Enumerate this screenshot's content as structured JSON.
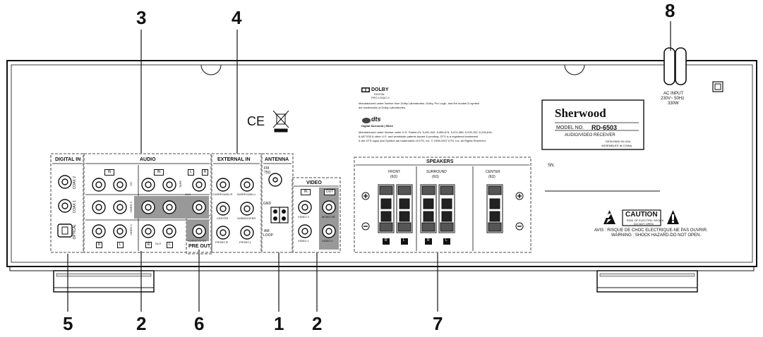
{
  "callouts": {
    "c3": "3",
    "c4": "4",
    "c8": "8",
    "c5": "5",
    "c2a": "2",
    "c6": "6",
    "c1": "1",
    "c2b": "2",
    "c7": "7"
  },
  "sections": {
    "digital_in": "DIGITAL IN",
    "audio": "AUDIO",
    "external_in": "EXTERNAL IN",
    "antenna": "ANTENNA",
    "video": "VIDEO",
    "speakers": "SPEAKERS",
    "pre_out": "PRE OUT"
  },
  "digital": {
    "coax2": "COAX 2",
    "coax1": "COAX 1",
    "optical": "OPTICAL"
  },
  "audio": {
    "in1": "IN",
    "in2": "IN",
    "cd": "CD",
    "tape": "TAPE",
    "aux": "AUX",
    "video2": "VIDEO 2",
    "video1": "VIDEO 1",
    "out": "OUT",
    "r1": "R",
    "l1": "L",
    "r2": "R",
    "l2": "L",
    "l3": "L",
    "r3": "R",
    "subwoofer": "SUBWOOFER"
  },
  "external": {
    "surround_r": "SURROUND-R",
    "surround_l": "SURROUND-L",
    "center": "CENTER",
    "subwoofer": "SUBWOOFER",
    "front_r": "FRONT-R",
    "front_l": "FRONT-L"
  },
  "antenna": {
    "fm": "FM",
    "fm_ohm": "75Ω",
    "gnd": "GND",
    "am": "AM",
    "loop": "LOOP"
  },
  "video": {
    "in": "IN",
    "out": "OUT",
    "video2": "VIDEO 2",
    "video1": "VIDEO 1",
    "monitor": "MONITOR",
    "video_out": "VIDEO 1"
  },
  "speakers": {
    "front": "FRONT",
    "front_ohm": "(6Ω)",
    "surround": "SURROUND",
    "surround_ohm": "(6Ω)",
    "center": "CENTER",
    "center_ohm": "(6Ω)",
    "r1": "R",
    "l1": "L",
    "r2": "R",
    "l2": "L"
  },
  "ce": "CE",
  "dolby": {
    "brand": "DOLBY",
    "sub1": "DIGITAL",
    "sub2": "PRO LOGIC II",
    "text1": "Manufactured under license from Dolby Laboratories. Dolby, Pro Logic, and the double-D symbol",
    "text2": "are trademarks of Dolby Laboratories."
  },
  "dts": {
    "brand": "dts",
    "sub": "Digital Surround | 96/24",
    "text1": "Manufactured under license under U.S. Patent #'s: 5,451,942; 5,956,674; 5,974,380; 5,978,762; 6,226,616;",
    "text2": "6,487,535 & other U.S. and worldwide patents issued & pending. DTS is a registered trademark",
    "text3": "& the DTS logos and Symbol are trademarks of DTS, Inc. © 1996-2007 DTS, Inc. All Rights Reserved."
  },
  "plate": {
    "brand": "Sherwood",
    "model_label": "MODEL NO.",
    "model": "RD-6503",
    "type": "AUDIO/VIDEO RECEIVER",
    "designed": "DESIGNED IN USA",
    "assembled": "ASSEMBLED IN CHINA"
  },
  "sn": "SN.",
  "ac": {
    "line1": "AC INPUT",
    "line2": "230V~ 50Hz",
    "line3": "330W"
  },
  "caution": {
    "title": "CAUTION",
    "sub1": "RISK OF ELECTRIC SHOCK",
    "sub2": "DO NOT OPEN",
    "avis": "AVIS : RISQUE DE CHOC ELECTRIQUE-NE PAS OUVRIR.",
    "warning": "WARNING : SHOCK HAZARD-DO NOT OPEN."
  }
}
